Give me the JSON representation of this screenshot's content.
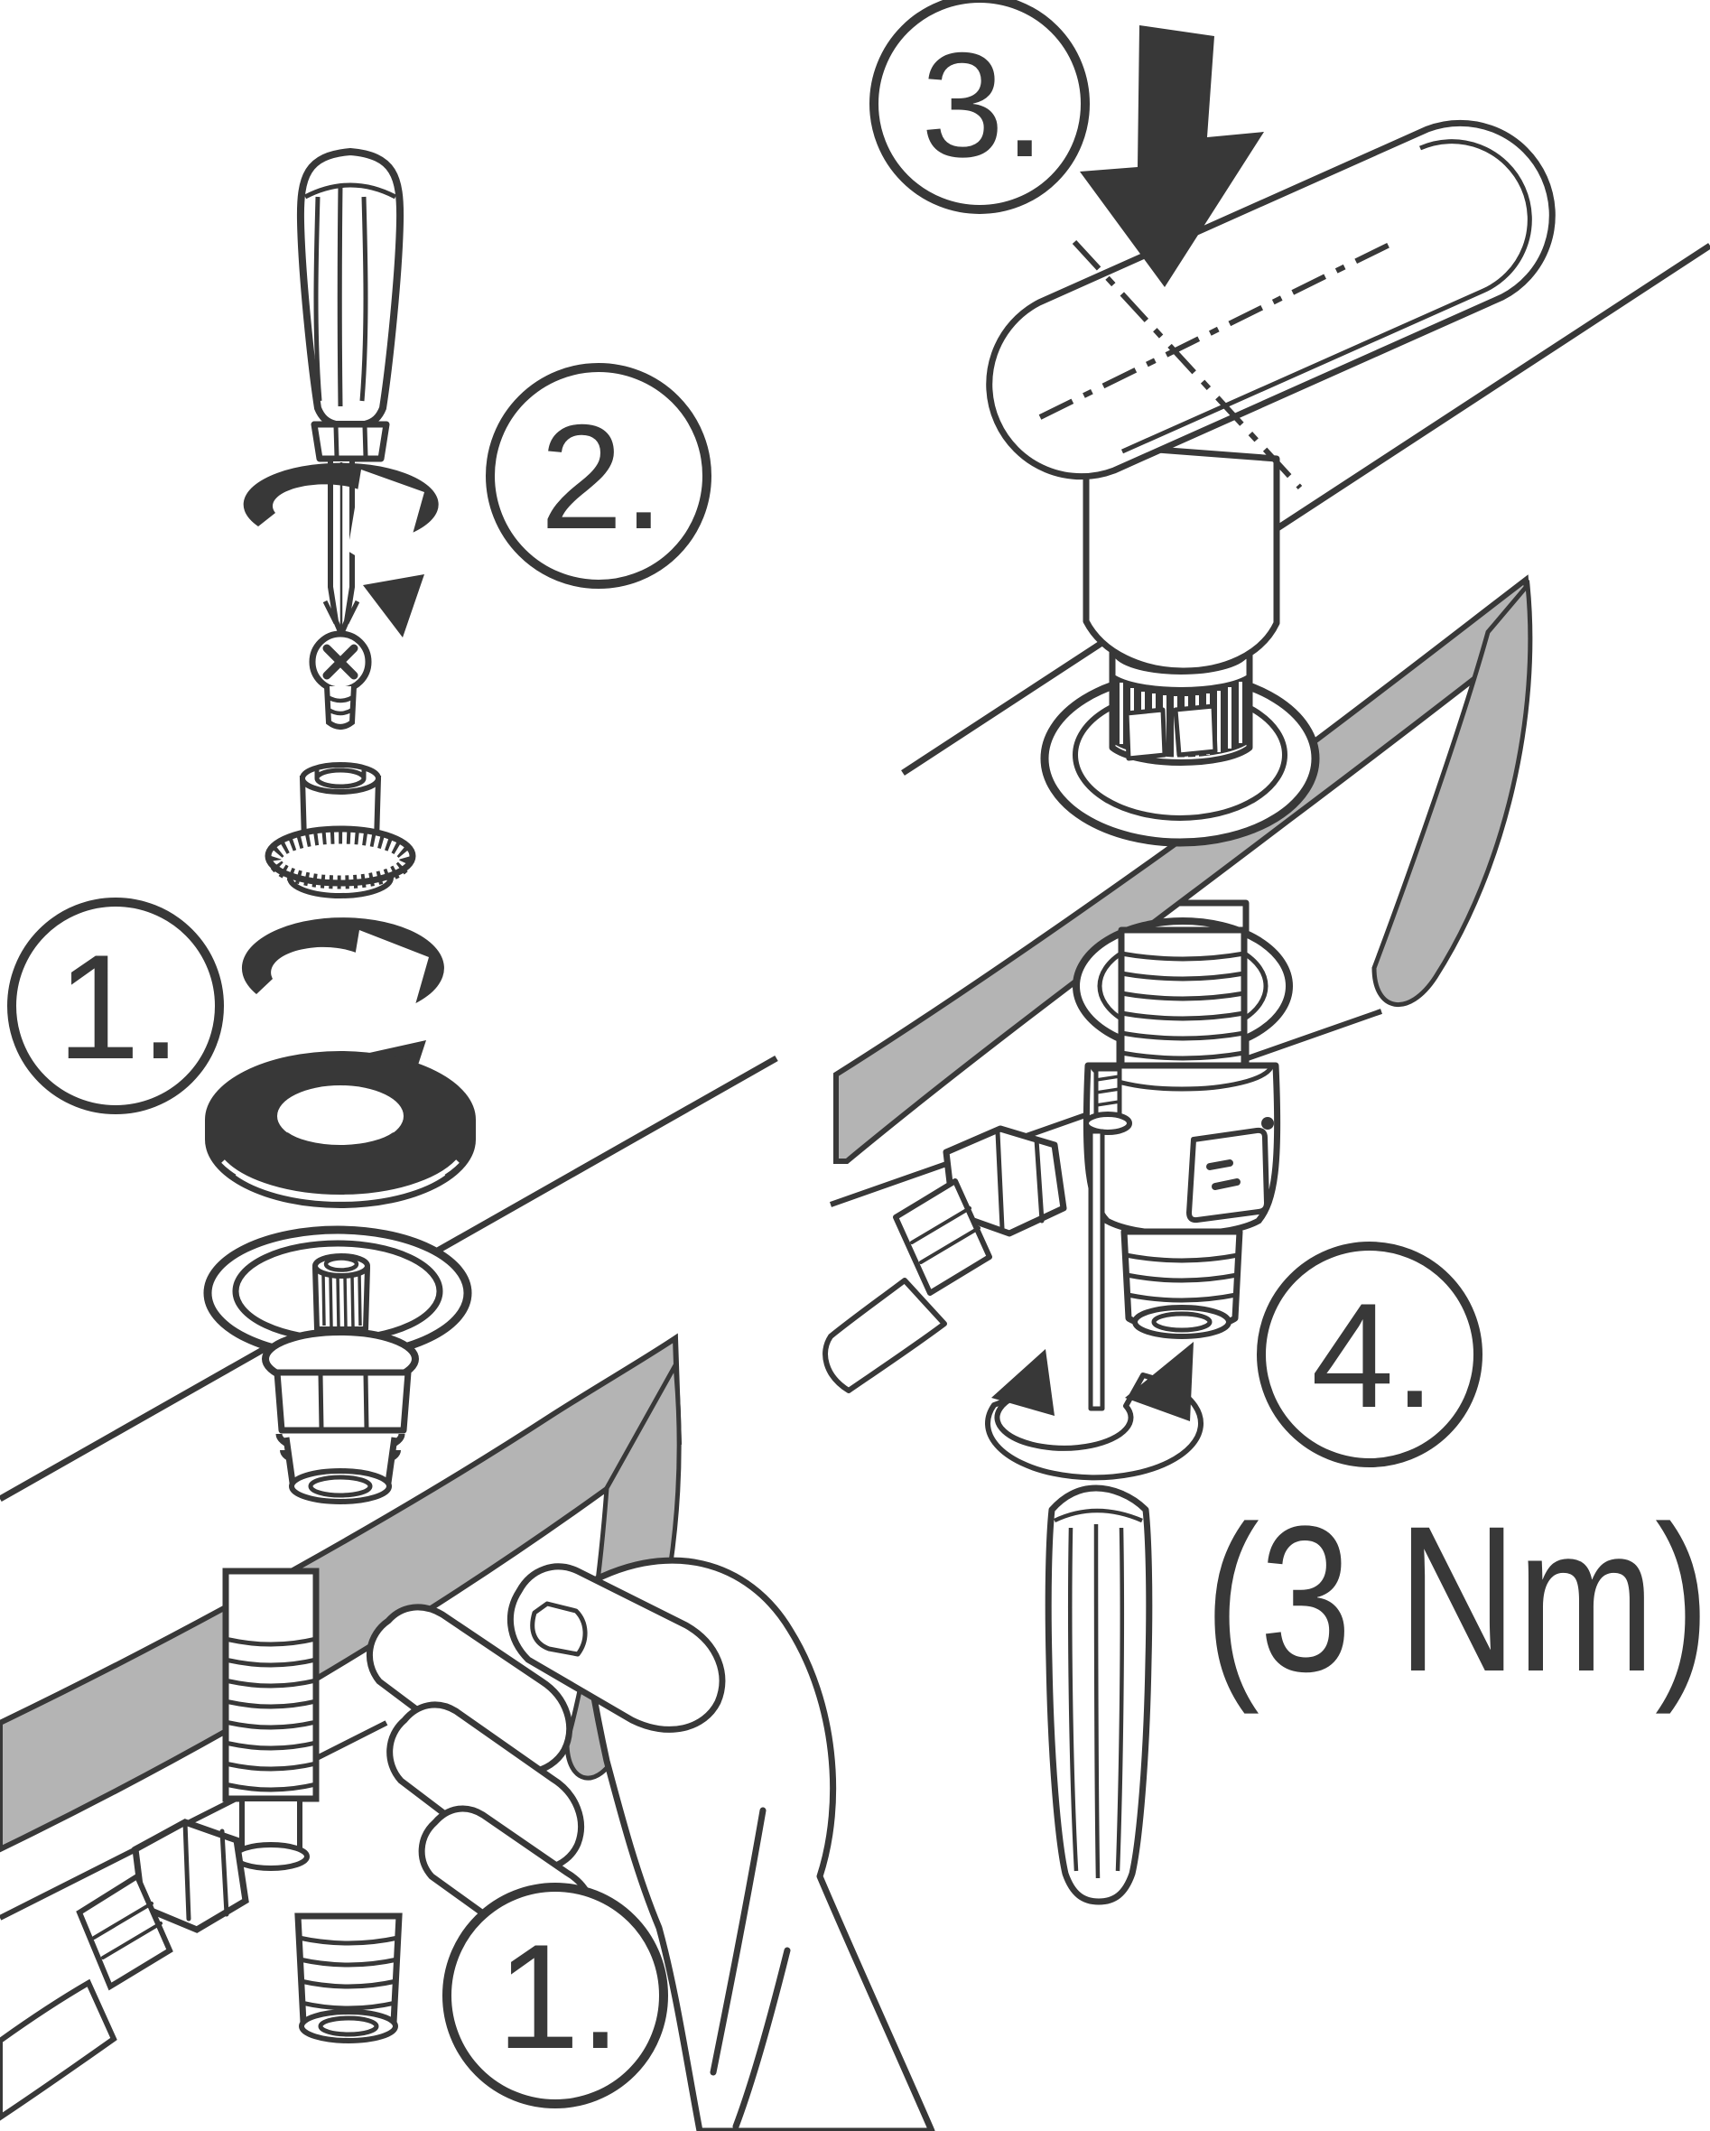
{
  "diagram": {
    "title": "faucet-cartridge-installation-steps",
    "background": "#ffffff",
    "ink": "#383838",
    "gray": "#b4b4b4",
    "badges": [
      {
        "id": "step-1-parts",
        "label": "1."
      },
      {
        "id": "step-2-unscrew",
        "label": "2."
      },
      {
        "id": "step-3-press-handle",
        "label": "3."
      },
      {
        "id": "step-4-tighten",
        "label": "4."
      },
      {
        "id": "step-1-hold-shank",
        "label": "1."
      }
    ],
    "torque_label": "(3 Nm)",
    "icons": [
      "screwdriver-icon",
      "rotation-arrow-ccw-icon",
      "rotation-arrow-cw-icon",
      "phillips-screw-icon",
      "cartridge-icon",
      "washer-icon",
      "escutcheon-ring-icon",
      "faucet-handle-icon",
      "press-down-arrow-icon",
      "countertop-icon",
      "supply-hose-icon",
      "hand-icon"
    ]
  }
}
